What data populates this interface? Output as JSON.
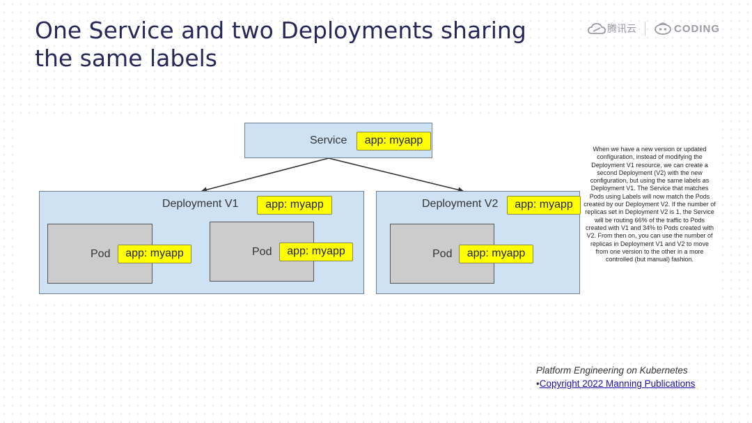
{
  "slide": {
    "title_lines": [
      "One Service and two Deployments sharing",
      "the same labels"
    ]
  },
  "logos": {
    "tencent_cloud": "腾讯云",
    "coding": "CODING"
  },
  "diagram": {
    "service": {
      "label": "Service",
      "tag": "app: myapp"
    },
    "deployment_v1": {
      "label": "Deployment V1",
      "tag": "app: myapp",
      "pods": [
        {
          "label": "Pod",
          "tag": "app: myapp"
        },
        {
          "label": "Pod",
          "tag": "app: myapp"
        }
      ]
    },
    "deployment_v2": {
      "label": "Deployment V2",
      "tag": "app: myapp",
      "pods": [
        {
          "label": "Pod",
          "tag": "app: myapp"
        }
      ]
    }
  },
  "description": "When we have a new version or updated configuration, instead of modifying the Deployment V1 resource, we can create a second Deployment (V2) with the new configuration, but using the same labels as Deployment V1. The Service that matches Pods using Labels will now match the Pods created by our Deployment V2. If the number of replicas set in Deployment V2 is 1, the Service will be routing 66% of the traffic to Pods created with V1 and 34% to Pods created with V2. From then on, you can use the number of replicas in Deployment V1 and V2 to move from one version to the other in a more controlled (but manual) fashion.",
  "credit": {
    "book_title": "Platform Engineering on Kubernetes",
    "bullet": "•",
    "copyright": "Copyright 2022 Manning Publications"
  },
  "colors": {
    "title": "#27285a",
    "box_fill": "#cfe2f3",
    "pod_fill": "#cccccc",
    "tag_fill": "#ffff00",
    "link": "#1a0dab"
  }
}
